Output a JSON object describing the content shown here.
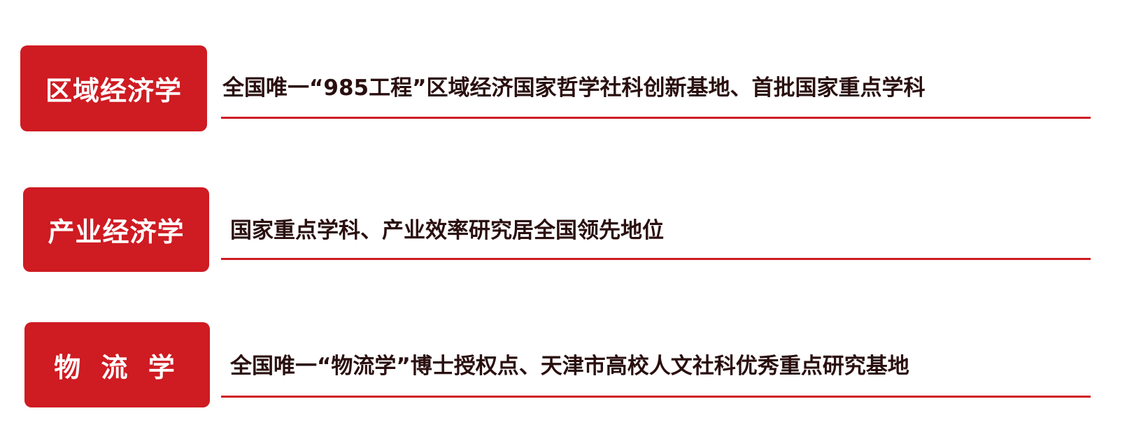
{
  "accent_color": "#cf1b22",
  "text_color": "#2a0f0f",
  "rows": [
    {
      "tag": "区域经济学",
      "description": "全国唯一“985工程”区域经济国家哲学社科创新基地、首批国家重点学科"
    },
    {
      "tag": "产业经济学",
      "description": "国家重点学科、产业效率研究居全国领先地位"
    },
    {
      "tag": "物 流 学",
      "description": "全国唯一“物流学”博士授权点、天津市高校人文社科优秀重点研究基地"
    }
  ]
}
